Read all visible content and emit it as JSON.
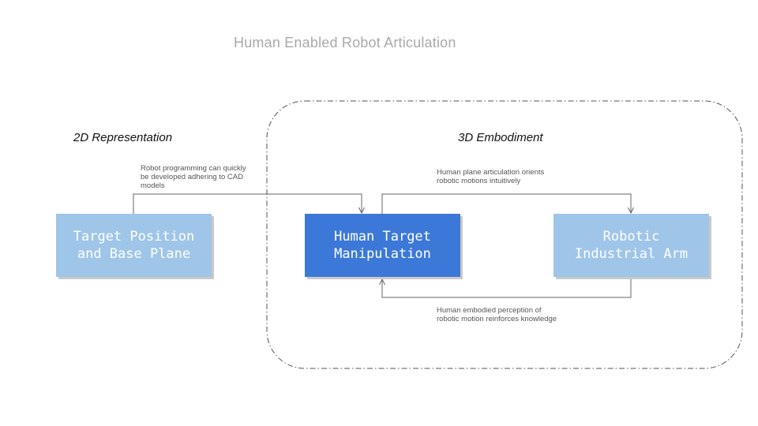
{
  "diagram": {
    "title": "Human Enabled Robot Articulation",
    "sections": {
      "left": "2D Representation",
      "right": "3D Embodiment"
    },
    "nodes": {
      "target_position": "Target Position\nand Base Plane",
      "human_target": "Human Target\nManipulation",
      "robotic_arm": "Robotic\nIndustrial Arm"
    },
    "notes": {
      "cad": "Robot programming can quickly\nbe developed adhering to CAD\nmodels",
      "articulation": "Human plane articulation orients\nrobotic motions intuitively",
      "perception": "Human embodied perception of\nrobotic motion reinforces knowledge"
    },
    "colors": {
      "light_box": "#9fc5e8",
      "dark_box": "#3c78d8",
      "title_text": "#a9a9a9",
      "connector": "#666666",
      "boundary": "#555555"
    }
  }
}
